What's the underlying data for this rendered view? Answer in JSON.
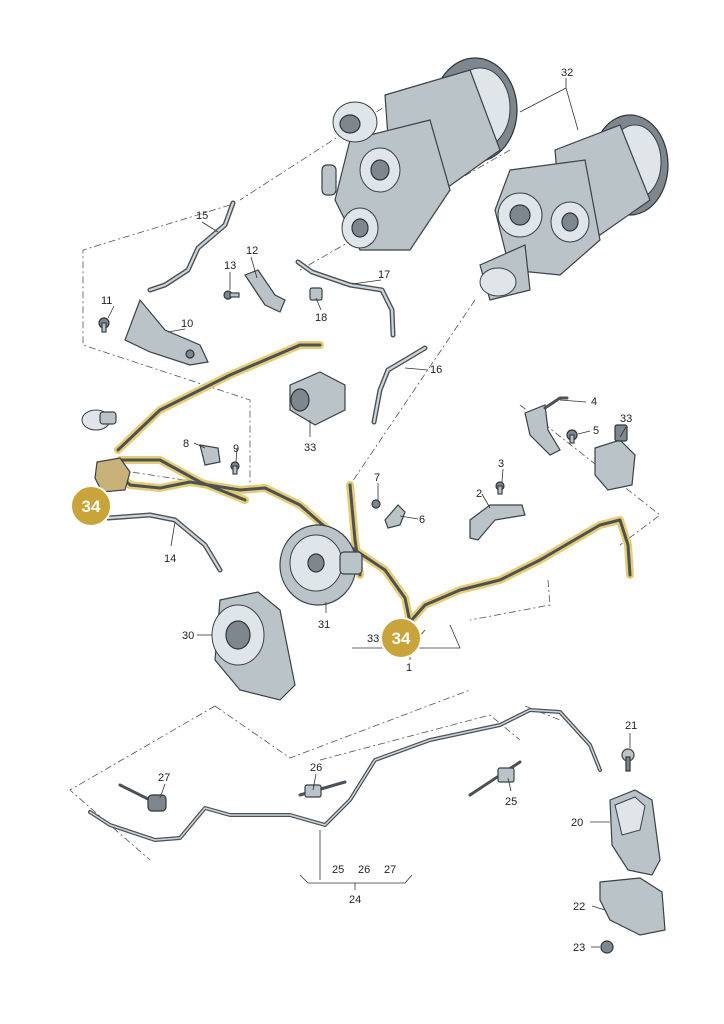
{
  "diagram": {
    "callouts": {
      "c1": "1",
      "c2": "2",
      "c3": "3",
      "c4": "4",
      "c5": "5",
      "c6": "6",
      "c7": "7",
      "c8": "8",
      "c9": "9",
      "c10": "10",
      "c11": "11",
      "c12": "12",
      "c13": "13",
      "c14": "14",
      "c15": "15",
      "c16": "16",
      "c17": "17",
      "c18": "18",
      "c20": "20",
      "c21": "21",
      "c22": "22",
      "c23": "23",
      "c24": "24",
      "c25a": "25",
      "c25b": "25",
      "c26a": "26",
      "c26b": "26",
      "c27a": "27",
      "c27b": "27",
      "c30": "30",
      "c31": "31",
      "c32": "32",
      "c33a": "33",
      "c33b": "33",
      "c33c": "33"
    },
    "badges": {
      "left": "34",
      "center": "34"
    },
    "colors": {
      "highlight": "#e2c45c",
      "badge": "#c9a43a",
      "line": "#333333"
    }
  }
}
